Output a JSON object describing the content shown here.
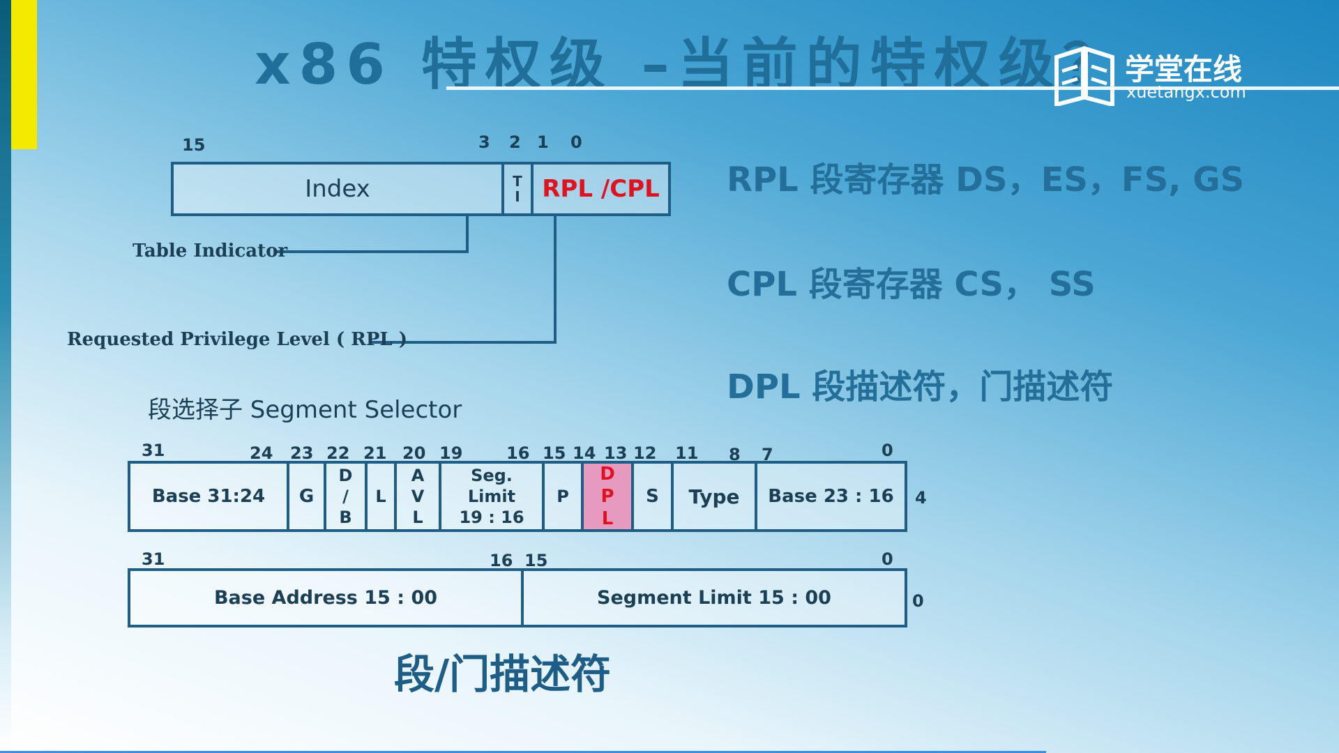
{
  "title": "x86 特权级 –当前的特权级？",
  "logo": {
    "cn": "学堂在线",
    "en": "xuetangx.com"
  },
  "selector": {
    "bit_labels": [
      "15",
      "3",
      "2",
      "1",
      "0"
    ],
    "index_label": "Index",
    "ti_label": "T I",
    "rpl_cpl_label": "RPL /CPL",
    "table_indicator_label": "Table Indicator",
    "rpl_label": "Requested Privilege Level ( RPL )",
    "caption": "段选择子 Segment Selector"
  },
  "descriptor": {
    "upper_bits": [
      "31",
      "24",
      "23",
      "22",
      "21",
      "20",
      "19",
      "16",
      "15",
      "14",
      "13",
      "12",
      "11",
      "8",
      "7",
      "0"
    ],
    "upper_fields": [
      "Base 31:24",
      "G",
      "D / B",
      "L",
      "A V L",
      "Seg. Limit 19 : 16",
      "P",
      "D P L",
      "S",
      "Type",
      "Base 23 : 16"
    ],
    "upper_offset": "4",
    "lower_bits": [
      "31",
      "16",
      "15",
      "0"
    ],
    "lower_fields": [
      "Base  Address 15 : 00",
      "Segment Limit 15 : 00"
    ],
    "lower_offset": "0",
    "caption": "段/门描述符"
  },
  "notes": [
    "RPL  段寄存器 DS，ES，FS, GS",
    "CPL  段寄存器 CS， SS",
    "DPL  段描述符，门描述符"
  ],
  "colors": {
    "accent_red": "#e0121f",
    "dpl_highlight": "#e79ac0",
    "title": "#1f6f9a"
  }
}
